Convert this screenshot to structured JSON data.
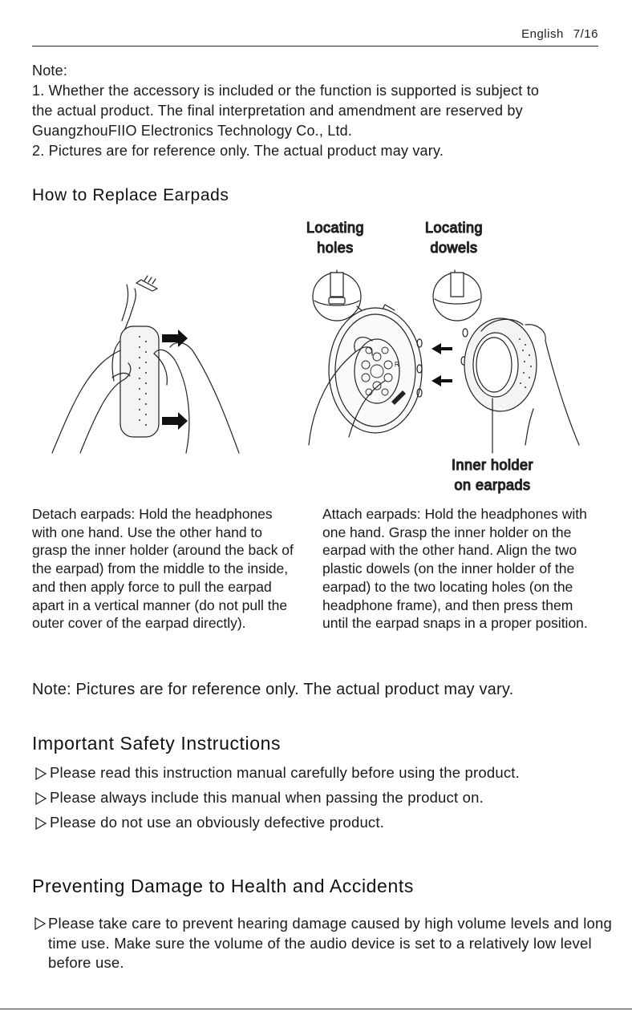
{
  "header": {
    "language": "English",
    "page": "7/16"
  },
  "note": {
    "title": "Note:",
    "item1": "1. Whether the accessory is included or the function is supported is subject to",
    "item1b": "the actual product. The final interpretation and amendment are reserved by",
    "item1c": "GuangzhouFIIO Electronics Technology Co., Ltd.",
    "item2": "2. Pictures are for reference only. The actual product may vary."
  },
  "earpads": {
    "heading": "How to Replace Earpads",
    "label_holes_1": "Locating",
    "label_holes_2": "holes",
    "label_dowels_1": "Locating",
    "label_dowels_2": "dowels",
    "label_inner_1": "Inner holder",
    "label_inner_2": "on earpads",
    "detach": "Detach earpads: Hold the headphones with one hand. Use the other hand to grasp the inner holder (around the back of the earpad) from the middle to the inside, and then apply force to pull the earpad apart in a vertical manner (do not pull the outer cover of the earpad directly).",
    "attach": "Attach earpads: Hold the headphones with one hand. Grasp the inner holder on the earpad with the other hand. Align the two plastic dowels (on the inner holder of the earpad) to the two locating holes (on the headphone frame), and then press them until the earpad snaps in a proper position."
  },
  "note_ref": "Note: Pictures are for reference only. The actual product may vary.",
  "safety": {
    "heading": "Important Safety Instructions",
    "items": [
      "Please read this instruction manual carefully before using the product.",
      "Please always include this manual when passing the product on.",
      "Please do not use an obviously defective product."
    ]
  },
  "health": {
    "heading": "Preventing Damage to Health and Accidents",
    "item1": "Please take care to prevent hearing damage caused by high volume levels and long time use. Make sure the volume of the audio device is set to a relatively low level before use."
  }
}
